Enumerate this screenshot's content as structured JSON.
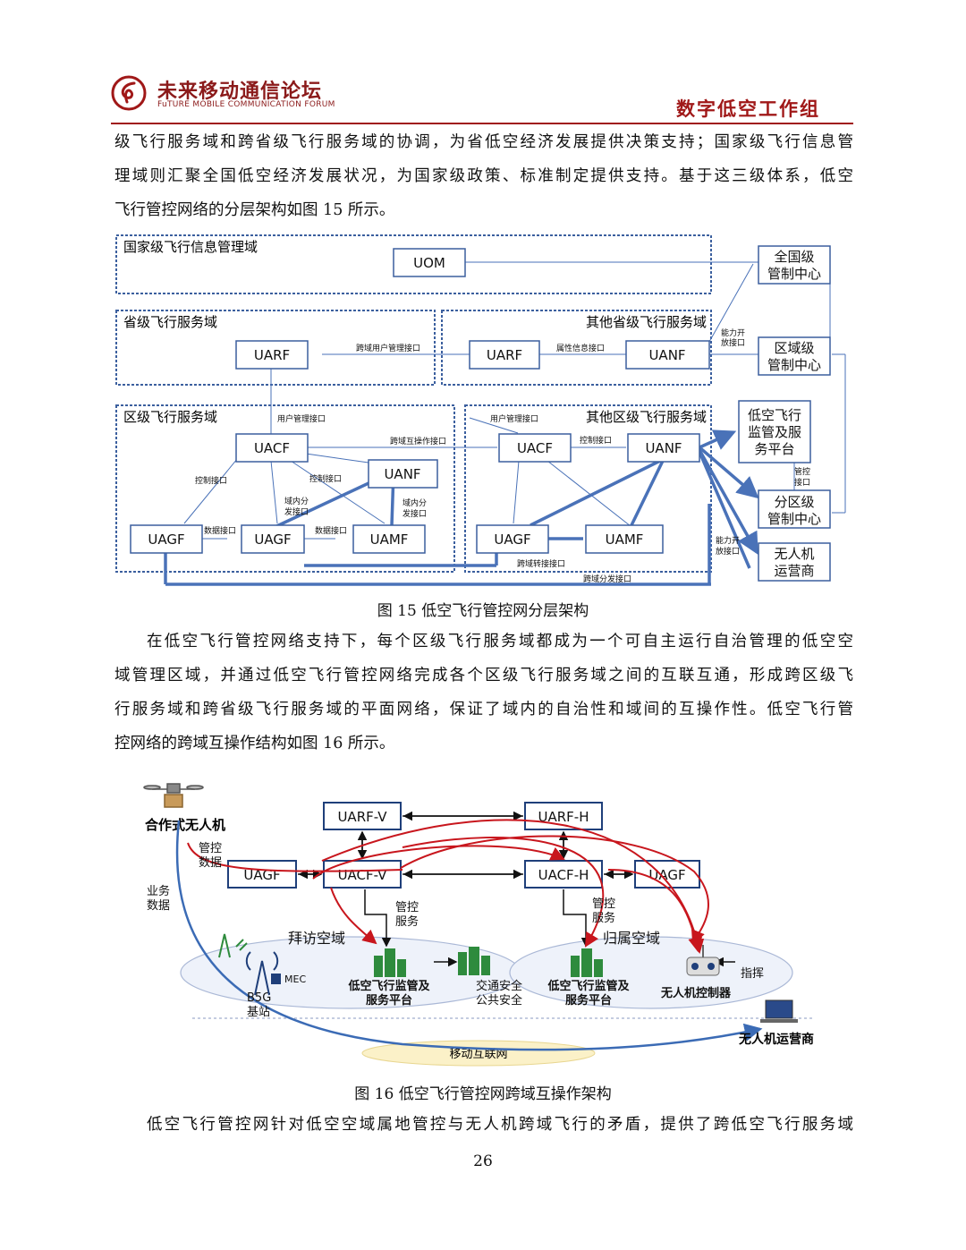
{
  "header": {
    "brand_cn": "未来移动通信论坛",
    "brand_en": "FuTURE MOBILE COMMUNICATION FORUM",
    "group": "数字低空工作组"
  },
  "para1": [
    "级飞行服务域和跨省级飞行服务域的协调，为省低空经济发展提供决策支持；国家级飞行信息管",
    "理域则汇聚全国低空经济发展状况，为国家级政策、标准制定提供支持。基于这三级体系，低空",
    "飞行管控网络的分层架构如图 15 所示。"
  ],
  "fig15": {
    "caption": "图 15 低空飞行管控网分层架构",
    "domain_national": "国家级飞行信息管理域",
    "domain_province": "省级飞行服务域",
    "domain_other_province": "其他省级飞行服务域",
    "domain_district": "区级飞行服务域",
    "domain_other_district": "其他区级飞行服务域",
    "uom": "UOM",
    "uarf": "UARF",
    "uanf": "UANF",
    "uacf": "UACF",
    "uagf": "UAGF",
    "uamf": "UAMF",
    "center_national_1": "全国级",
    "center_national_2": "管制中心",
    "center_region_1": "区域级",
    "center_region_2": "管制中心",
    "center_district_1": "分区级",
    "center_district_2": "管制中心",
    "platform_1": "低空飞行",
    "platform_2": "监管及服",
    "platform_3": "务平台",
    "operator_1": "无人机",
    "operator_2": "运营商",
    "lbl_cross_user": "跨域用户管理接口",
    "lbl_attr": "属性信息接口",
    "lbl_cap_open_1": "能力开",
    "lbl_cap_open_2": "放接口",
    "lbl_user_mgmt": "用户管理接口",
    "lbl_cross_interop": "跨域互操作接口",
    "lbl_control": "控制接口",
    "lbl_intra_1": "域内分",
    "lbl_intra_2": "发接口",
    "lbl_data": "数据接口",
    "lbl_cross_forward": "跨域转接接口",
    "lbl_cross_dist": "跨域分发接口",
    "lbl_mgmt_1": "管控",
    "lbl_mgmt_2": "接口"
  },
  "para2": [
    "在低空飞行管控网络支持下，每个区级飞行服务域都成为一个可自主运行自治管理的低空空",
    "域管理区域，并通过低空飞行管控网络完成各个区级飞行服务域之间的互联互通，形成跨区级飞",
    "行服务域和跨省级飞行服务域的平面网络，保证了域内的自治性和域间的互操作性。低空飞行管",
    "控网络的跨域互操作结构如图 16 所示。"
  ],
  "fig16": {
    "caption": "图 16 低空飞行管控网跨域互操作架构",
    "drone": "合作式无人机",
    "ctrl_data_1": "管控",
    "ctrl_data_2": "数据",
    "biz_data_1": "业务",
    "biz_data_2": "数据",
    "uarf_v": "UARF-V",
    "uarf_h": "UARF-H",
    "uacf_v": "UACF-V",
    "uacf_h": "UACF-H",
    "uagf_left": "UAGF",
    "uagf_right": "UAGF",
    "ctrl_svc_1": "管控",
    "ctrl_svc_2": "服务",
    "visit_domain": "拜访空域",
    "home_domain": "归属空域",
    "mec": "MEC",
    "b5g_1": "B5G",
    "b5g_2": "基站",
    "platform_1": "低空飞行监管及",
    "platform_2": "服务平台",
    "traffic_1": "交通安全",
    "traffic_2": "公共安全",
    "controller": "无人机控制器",
    "command": "指挥",
    "operator": "无人机运营商",
    "mobile_internet": "移动互联网"
  },
  "para3": [
    "低空飞行管控网针对低空空域属地管控与无人机跨域飞行的矛盾，提供了跨低空飞行服务域"
  ],
  "page_number": "26",
  "colors": {
    "brand_red": "#a01818",
    "frame_blue": "#3b5f9e",
    "line_blue": "#4a72b8",
    "arrow_red": "#c8161d"
  }
}
